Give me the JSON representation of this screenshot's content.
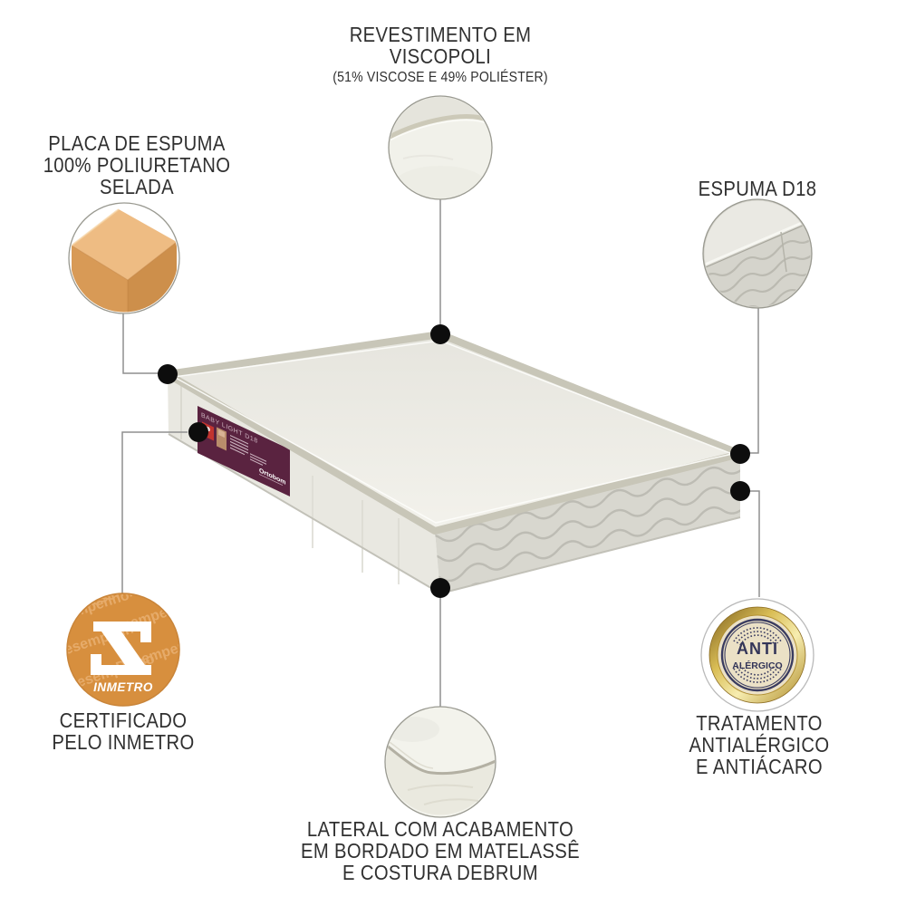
{
  "callouts": {
    "top": {
      "line1": "REVESTIMENTO EM",
      "line2": "VISCOPOLI",
      "subtitle": "(51% VISCOSE E 49% POLIÉSTER)"
    },
    "foam": {
      "line1": "PLACA DE ESPUMA",
      "line2": "100% POLIURETANO",
      "line3": "SELADA"
    },
    "espuma": {
      "title": "ESPUMA D18"
    },
    "inmetro": {
      "line1": "CERTIFICADO",
      "line2": "PELO INMETRO"
    },
    "anti": {
      "line1": "TRATAMENTO ANTIALÉRGICO",
      "line2": "E ANTIÁCARO"
    },
    "lateral": {
      "line1": "LATERAL COM ACABAMENTO",
      "line2": "EM BORDADO EM MATELASSÊ",
      "line3": "E COSTURA DEBRUM"
    }
  },
  "badges": {
    "inmetro": {
      "logo_text": "INMETRO",
      "watermark": "Desempenho"
    },
    "anti": {
      "line1": "ANTI",
      "line2": "ALÉRGICO"
    }
  },
  "mattress_label": {
    "title": "BABY LIGHT D18",
    "brand": "Ortobom"
  },
  "colors": {
    "text": "#303030",
    "connector_line": "#8f8f8f",
    "anchor_dot": "#0d0d0d",
    "foam_orange": "#d89a56",
    "inmetro_orange": "#d78f3e",
    "label_purple": "#5a2340",
    "badge_gold": "#caa94e",
    "badge_navy": "#3a3c60",
    "mattress_white": "#eeede7",
    "quilt_gray": "#d8d7cf"
  }
}
